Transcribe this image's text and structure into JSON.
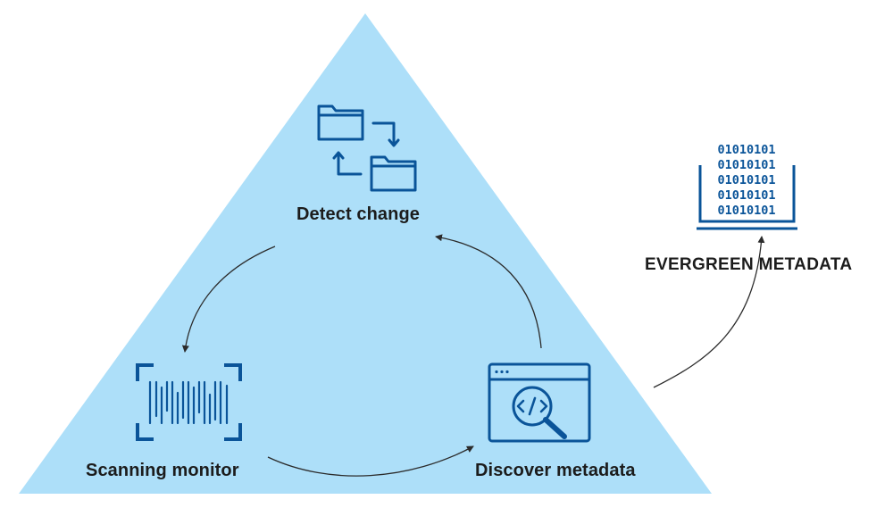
{
  "nodes": {
    "detect_change": {
      "label": "Detect change",
      "icon": "folder-swap-icon"
    },
    "scanning_monitor": {
      "label": "Scanning monitor",
      "icon": "barcode-scan-icon"
    },
    "discover_metadata": {
      "label": "Discover metadata",
      "icon": "code-search-browser-icon"
    },
    "evergreen_metadata": {
      "label": "EVERGREEN METADATA",
      "icon": "binary-monitor-icon"
    }
  },
  "binary_rows": [
    "01010101",
    "01010101",
    "01010101",
    "01010101",
    "01010101"
  ],
  "edges": [
    {
      "from": "detect_change",
      "to": "scanning_monitor"
    },
    {
      "from": "scanning_monitor",
      "to": "discover_metadata"
    },
    {
      "from": "discover_metadata",
      "to": "detect_change"
    },
    {
      "from": "discover_metadata",
      "to": "evergreen_metadata"
    }
  ],
  "colors": {
    "triangle_fill": "#addff9",
    "icon_stroke": "#0a5499",
    "arrow": "#2b2b2b",
    "text": "#1c1c1c"
  }
}
